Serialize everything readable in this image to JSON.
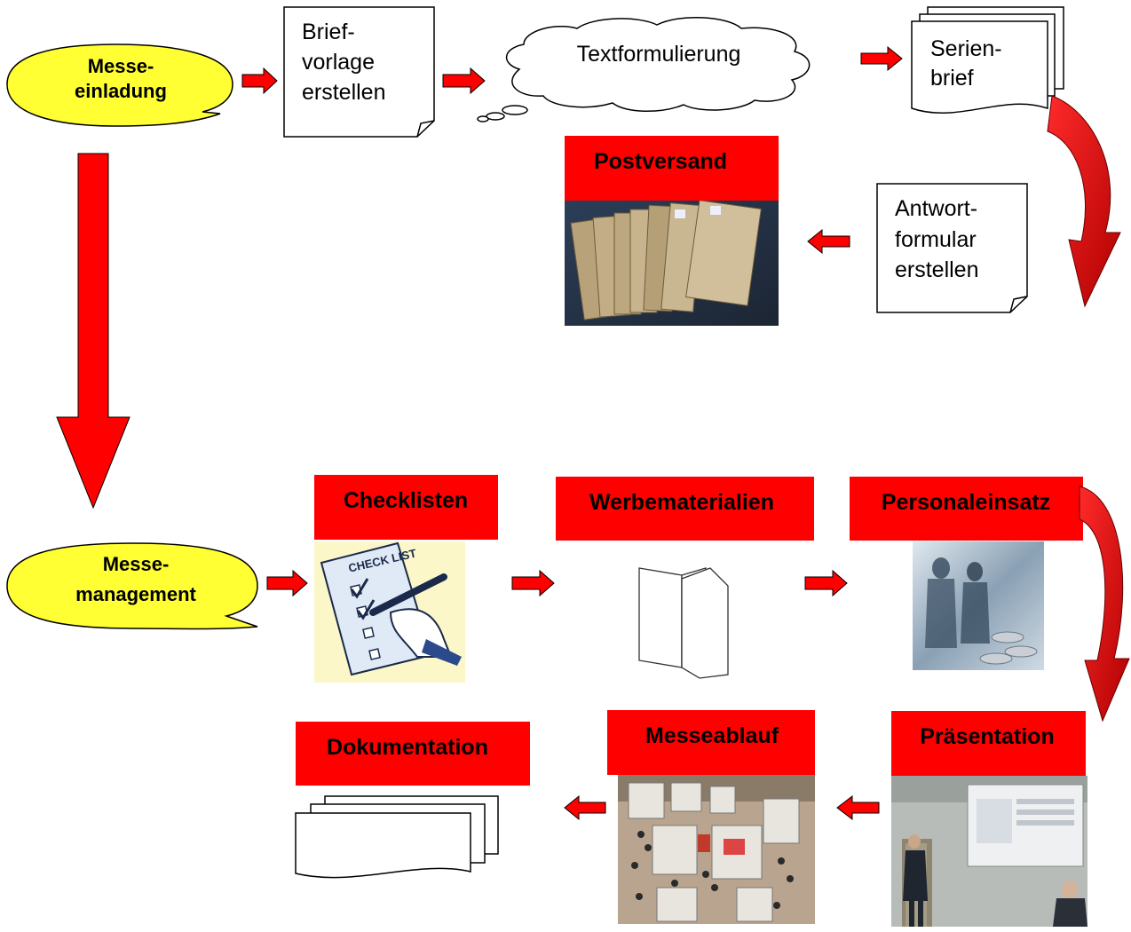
{
  "colors": {
    "callout_fill": "#ffff33",
    "arrow_red": "#ff0000",
    "box_red": "#ff0000",
    "shape_stroke": "#000000"
  },
  "invitation": {
    "start_label_line1": "Messe-",
    "start_label_line2": "einladung",
    "letter_template_line1": "Brief-",
    "letter_template_line2": "vorlage",
    "letter_template_line3": "erstellen",
    "text_cloud": "Textformulierung",
    "serial_letter_line1": "Serien-",
    "serial_letter_line2": "brief",
    "reply_form_line1": "Antwort-",
    "reply_form_line2": "formular",
    "reply_form_line3": "erstellen",
    "mail_dispatch": "Postversand"
  },
  "management": {
    "start_label_line1": "Messe-",
    "start_label_line2": "management",
    "checklists": "Checklisten",
    "promo_material": "Werbematerialien",
    "staffing": "Personaleinsatz",
    "presentation": "Präsentation",
    "fair_process": "Messeablauf",
    "documentation": "Dokumentation",
    "checklist_sign": "CHECK LIST"
  },
  "icons": {
    "callout": "speech-callout-icon",
    "document": "document-icon",
    "multi_document": "multi-document-icon",
    "cloud": "thought-cloud-icon",
    "arrow": "block-arrow-icon",
    "curved_arrow": "curved-arrow-icon",
    "photo_envelopes": "envelopes-photo-icon",
    "checklist_clipart": "checklist-clipart-icon",
    "folded_brochure": "folded-brochure-icon",
    "people_photo": "business-people-photo-icon",
    "presentation_photo": "presentation-photo-icon",
    "trade_fair_photo": "trade-fair-photo-icon"
  }
}
